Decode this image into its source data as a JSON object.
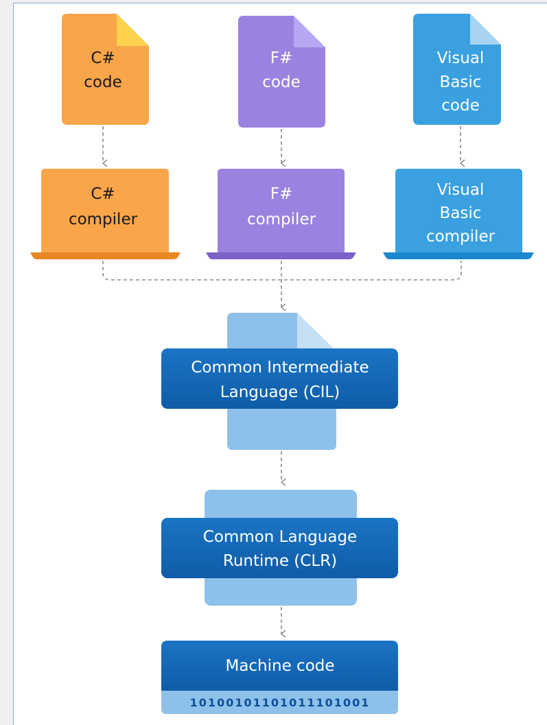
{
  "colors": {
    "csharp": "#f9a54a",
    "csharp_dark": "#ea8524",
    "csharp_fold": "#ffd24d",
    "fsharp": "#9b82e0",
    "fsharp_dark": "#7d60c8",
    "fsharp_fold": "#b9a6f0",
    "vb": "#3aa0e0",
    "vb_dark": "#1c86cf",
    "vb_fold": "#a8d4f2",
    "light_blue": "#8ec1ea",
    "dark_blue": "#1768b6",
    "connector": "#8c8c8c"
  },
  "source_files": [
    {
      "line1": "C#",
      "line2": "code",
      "line3": ""
    },
    {
      "line1": "F#",
      "line2": "code",
      "line3": ""
    },
    {
      "line1": "Visual",
      "line2": "Basic",
      "line3": "code"
    }
  ],
  "compilers": [
    {
      "line1": "C#",
      "line2": "compiler",
      "line3": ""
    },
    {
      "line1": "F#",
      "line2": "compiler",
      "line3": ""
    },
    {
      "line1": "Visual",
      "line2": "Basic",
      "line3": "compiler"
    }
  ],
  "cil": {
    "line1": "Common Intermediate",
    "line2": "Language (CIL)"
  },
  "clr": {
    "line1": "Common Language",
    "line2": "Runtime (CLR)"
  },
  "machine": {
    "label": "Machine code",
    "bits": "10100101101011101001"
  }
}
